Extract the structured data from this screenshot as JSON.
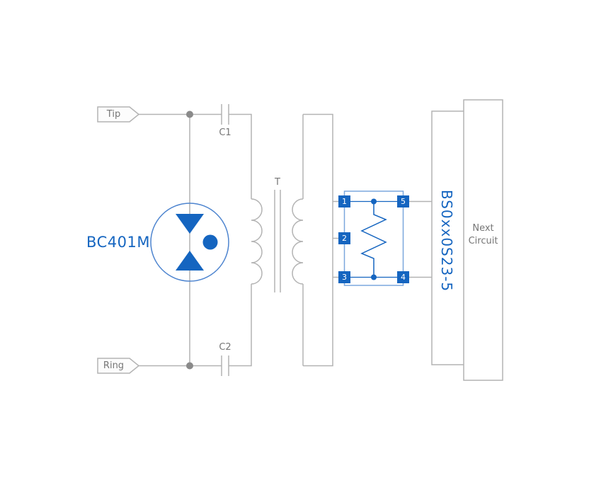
{
  "colors": {
    "accent_blue": "#1565c0",
    "device_outline_blue": "#7ba7dd",
    "wire_gray": "#b3b3b3",
    "text_gray": "#767676"
  },
  "labels": {
    "tip": "Tip",
    "ring": "Ring",
    "capacitor_top": "C1",
    "capacitor_bottom": "C2",
    "transformer": "T",
    "protector_part": "BC401M",
    "protection_ic_part": "BS0xx0S23-5",
    "next_circuit_line1": "Next",
    "next_circuit_line2": "Circuit"
  },
  "pins": {
    "pin1": "1",
    "pin2": "2",
    "pin3": "3",
    "pin4": "4",
    "pin5": "5"
  }
}
